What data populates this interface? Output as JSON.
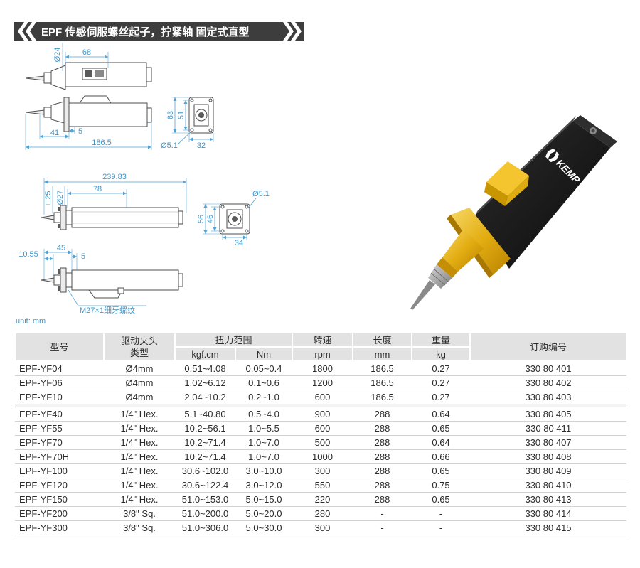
{
  "header": {
    "title": "EPF 传感伺服螺丝起子，拧紧轴 固定式直型"
  },
  "drawings": {
    "side_view_a": {
      "diameter": "Ø24",
      "length": "68"
    },
    "side_view_b": {
      "nose_length": "41",
      "flange_width": "5",
      "total_length": "186.5"
    },
    "end_view_a": {
      "flange_height": "63",
      "hole_pitch": "51",
      "hole_diameter": "Ø5.1",
      "flange_width": "32"
    },
    "side_view_c": {
      "total_length": "239.83",
      "square": "□25",
      "diameter": "Ø27",
      "length": "78"
    },
    "end_view_b": {
      "hole_diameter": "Ø5.1",
      "flange_height": "56",
      "hole_pitch": "46",
      "flange_width": "34"
    },
    "side_view_d": {
      "tip_length": "10.55",
      "nose_length": "45",
      "flange_width": "5",
      "thread": "M27×1细牙螺纹"
    }
  },
  "product": {
    "logo": "KEMP"
  },
  "unit_note": "unit: mm",
  "colors": {
    "banner": "#3d3d3d",
    "dimension": "#3b97d0",
    "product_body": "#151515",
    "product_accent": "#e9b718",
    "table_header_bg": "#e2e2e2"
  },
  "table": {
    "headers": {
      "model": "型号",
      "chuck_line1": "驱动夹头",
      "chuck_line2": "类型",
      "torque": "扭力范围",
      "torque_kgf": "kgf.cm",
      "torque_nm": "Nm",
      "speed": "转速",
      "speed_unit": "rpm",
      "length": "长度",
      "length_unit": "mm",
      "weight": "重量",
      "weight_unit": "kg",
      "order_no": "订购编号"
    },
    "row_groups": [
      [
        {
          "model": "EPF-YF04",
          "chuck": "Ø4mm",
          "torque_kgf": "0.51~4.08",
          "torque_nm": "0.05~0.4",
          "speed": "1800",
          "length": "186.5",
          "weight": "0.27",
          "order_no": "330 80 401"
        },
        {
          "model": "EPF-YF06",
          "chuck": "Ø4mm",
          "torque_kgf": "1.02~6.12",
          "torque_nm": "0.1~0.6",
          "speed": "1200",
          "length": "186.5",
          "weight": "0.27",
          "order_no": "330 80 402"
        },
        {
          "model": "EPF-YF10",
          "chuck": "Ø4mm",
          "torque_kgf": "2.04~10.2",
          "torque_nm": "0.2~1.0",
          "speed": "600",
          "length": "186.5",
          "weight": "0.27",
          "order_no": "330 80 403"
        }
      ],
      [
        {
          "model": "EPF-YF40",
          "chuck": "1/4\" Hex.",
          "torque_kgf": "5.1~40.80",
          "torque_nm": "0.5~4.0",
          "speed": "900",
          "length": "288",
          "weight": "0.64",
          "order_no": "330 80 405"
        },
        {
          "model": "EPF-YF55",
          "chuck": "1/4\" Hex.",
          "torque_kgf": "10.2~56.1",
          "torque_nm": "1.0~5.5",
          "speed": "600",
          "length": "288",
          "weight": "0.65",
          "order_no": "330 80 411"
        },
        {
          "model": "EPF-YF70",
          "chuck": "1/4\" Hex.",
          "torque_kgf": "10.2~71.4",
          "torque_nm": "1.0~7.0",
          "speed": "500",
          "length": "288",
          "weight": "0.64",
          "order_no": "330 80 407"
        },
        {
          "model": "EPF-YF70H",
          "chuck": "1/4\" Hex.",
          "torque_kgf": "10.2~71.4",
          "torque_nm": "1.0~7.0",
          "speed": "1000",
          "length": "288",
          "weight": "0.66",
          "order_no": "330 80 408"
        },
        {
          "model": "EPF-YF100",
          "chuck": "1/4\" Hex.",
          "torque_kgf": "30.6~102.0",
          "torque_nm": "3.0~10.0",
          "speed": "300",
          "length": "288",
          "weight": "0.65",
          "order_no": "330 80 409"
        },
        {
          "model": "EPF-YF120",
          "chuck": "1/4\" Hex.",
          "torque_kgf": "30.6~122.4",
          "torque_nm": "3.0~12.0",
          "speed": "550",
          "length": "288",
          "weight": "0.75",
          "order_no": "330 80 410"
        },
        {
          "model": "EPF-YF150",
          "chuck": "1/4\" Hex.",
          "torque_kgf": "51.0~153.0",
          "torque_nm": "5.0~15.0",
          "speed": "220",
          "length": "288",
          "weight": "0.65",
          "order_no": "330 80 413"
        },
        {
          "model": "EPF-YF200",
          "chuck": "3/8\" Sq.",
          "torque_kgf": "51.0~200.0",
          "torque_nm": "5.0~20.0",
          "speed": "280",
          "length": "-",
          "weight": "-",
          "order_no": "330 80 414"
        },
        {
          "model": "EPF-YF300",
          "chuck": "3/8\" Sq.",
          "torque_kgf": "51.0~306.0",
          "torque_nm": "5.0~30.0",
          "speed": "300",
          "length": "-",
          "weight": "-",
          "order_no": "330 80 415"
        }
      ]
    ]
  }
}
